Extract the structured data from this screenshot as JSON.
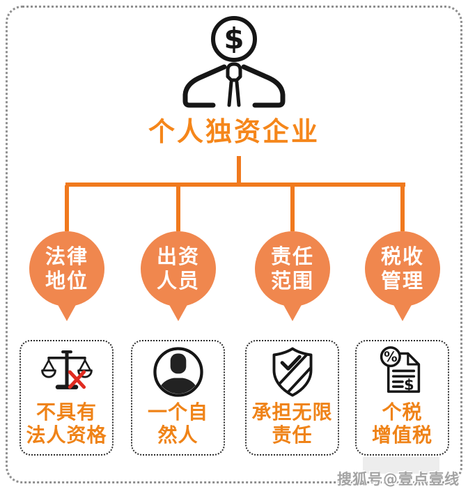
{
  "title": "个人独资企业",
  "header_icon": "businessman-dollar-icon",
  "glyphs": {
    "dollar": "$",
    "percent": "%"
  },
  "colors": {
    "title_orange": "#F5861A",
    "bubble_orange": "#F0874E",
    "connector_orange": "#F0791D",
    "card_text_orange": "#EF8318",
    "icon_black": "#161616",
    "cross_red": "#E02B20",
    "frame_gray": "#8f8f8f"
  },
  "branches": [
    {
      "icon": "scales-crossed-icon",
      "topic_line1": "法律",
      "topic_line2": "地位",
      "detail_line1": "不具有",
      "detail_line2": "法人资格"
    },
    {
      "icon": "person-silhouette-icon",
      "topic_line1": "出资",
      "topic_line2": "人员",
      "detail_line1": "一个自",
      "detail_line2": "然人"
    },
    {
      "icon": "shield-check-icon",
      "topic_line1": "责任",
      "topic_line2": "范围",
      "detail_line1": "承担无限",
      "detail_line2": "责任"
    },
    {
      "icon": "tax-document-icon",
      "topic_line1": "税收",
      "topic_line2": "管理",
      "detail_line1": "个税",
      "detail_line2": "增值税"
    }
  ],
  "watermark": "搜狐号@壹点壹线"
}
